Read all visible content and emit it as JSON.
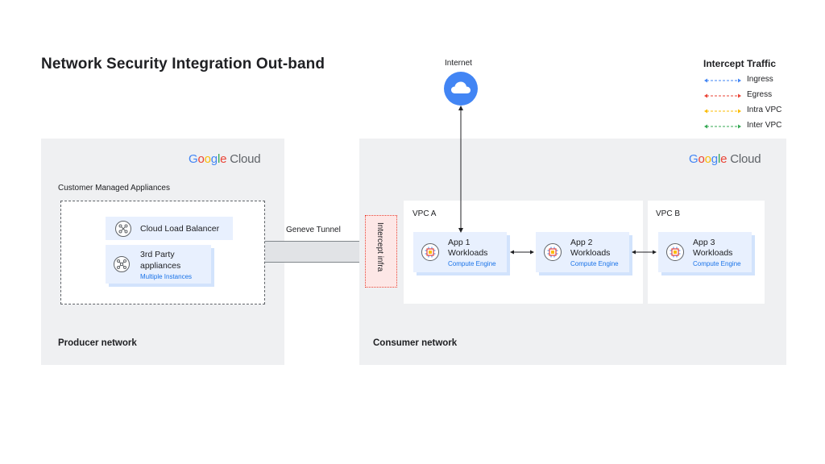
{
  "title": "Network Security Integration Out-band",
  "legend": {
    "title": "Intercept Traffic",
    "items": [
      {
        "label": "Ingress",
        "color": "#4285f4"
      },
      {
        "label": "Egress",
        "color": "#ea4335"
      },
      {
        "label": "Intra VPC",
        "color": "#fbbc04"
      },
      {
        "label": "Inter VPC",
        "color": "#34a853"
      }
    ]
  },
  "internet": {
    "label": "Internet",
    "icon": "cloud-icon"
  },
  "producer": {
    "logo": {
      "google": "Google",
      "cloud": "Cloud"
    },
    "group_label": "Customer Managed Appliances",
    "load_balancer": "Cloud Load Balancer",
    "appliance_line1": "3rd Party",
    "appliance_line2": "appliances",
    "appliance_sub": "Multiple Instances",
    "network_label": "Producer network"
  },
  "tunnel_label": "Geneve Tunnel",
  "intercept_label": "Intercept infra",
  "consumer": {
    "logo": {
      "google": "Google",
      "cloud": "Cloud"
    },
    "vpc_a": "VPC A",
    "vpc_b": "VPC B",
    "apps": [
      {
        "name": "App 1",
        "line2": "Workloads",
        "sub": "Compute Engine"
      },
      {
        "name": "App 2",
        "line2": "Workloads",
        "sub": "Compute Engine"
      },
      {
        "name": "App 3",
        "line2": "Workloads",
        "sub": "Compute Engine"
      }
    ],
    "network_label": "Consumer network"
  }
}
